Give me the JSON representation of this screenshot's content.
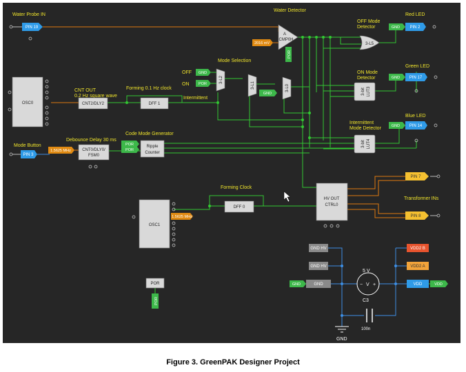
{
  "caption": "Figure 3. GreenPAK Designer Project",
  "labels": {
    "water_probe_in": "Water Probe IN",
    "water_detector": "Water Detector",
    "off_mode_detector": "OFF Mode\nDetector",
    "red_led": "Red LED",
    "mode_selection": "Mode Selection",
    "off": "OFF",
    "on": "ON",
    "intermittent": "Intermittent",
    "cnt_out": "CNT OUT\n0.2 Hz square wave",
    "forming_clock_01": "Forming 0.1 Hz clock",
    "on_mode_detector": "ON Mode\nDetector",
    "green_led": "Green LED",
    "intermittent_mode_detector": "Intermittent\nMode Detector",
    "blue_led": "Blue LED",
    "mode_button": "Mode Button",
    "debounce_delay": "Debounce Delay 30 ms",
    "code_mode_generator": "Code Mode Generator",
    "forming_clock": "Forming Clock",
    "transformer_ins": "Transformer INs",
    "five_v": "5 V",
    "c3": "C3",
    "c3_value": "100n",
    "gnd_bottom": "GND"
  },
  "blocks": {
    "osc0": "OSC0",
    "osc1": "OSC1",
    "cnt2": "CNT2/DLY2",
    "dff1": "DFF 1",
    "dff0": "DFF 0",
    "cnt0": "CNT0/DLY0/\nFSM0",
    "ripple": "Ripple\nCounter",
    "cmp": "A\nCMP0H",
    "lut2": "3-L2",
    "lut1": "3-L1",
    "lut0": "3-L0",
    "lut5": "3-L5",
    "lut3": "3-bit\nLUT3",
    "lut4": "3-bit\nLUT4",
    "hvout": "HV OUT\nCTRL0",
    "por": "POR"
  },
  "pins": {
    "pin19": "PIN 19",
    "pin2": "PIN 2",
    "pin17": "PIN 17",
    "pin14": "PIN 14",
    "pin3": "PIN 3",
    "pin7": "PIN 7",
    "pin8": "PIN 8",
    "vdd2b": "VDD2 B",
    "vdd2a": "VDD2 A",
    "vdd": "VDD",
    "gndhv1": "GND HV",
    "gndhv2": "GND HV",
    "gnd_block": "GND"
  },
  "tags": {
    "gnd": "GND",
    "por": "POR",
    "vdd": "VDD",
    "mv2016": "2016 mV",
    "freq1": "1.5625 MHz",
    "freq2": "1.5625 MHz",
    "por_vertical": "POR"
  },
  "colors": {
    "canvas": "#262626",
    "wire_green": "#32c832",
    "wire_orange": "#e07a10",
    "wire_blue": "#3d8fe6",
    "pin_blue": "#2f9be8",
    "label_yellow": "#f2e62c",
    "pin_yellow": "#f5c030",
    "pin_red": "#e8542e",
    "pin_orange": "#f2a33a"
  }
}
